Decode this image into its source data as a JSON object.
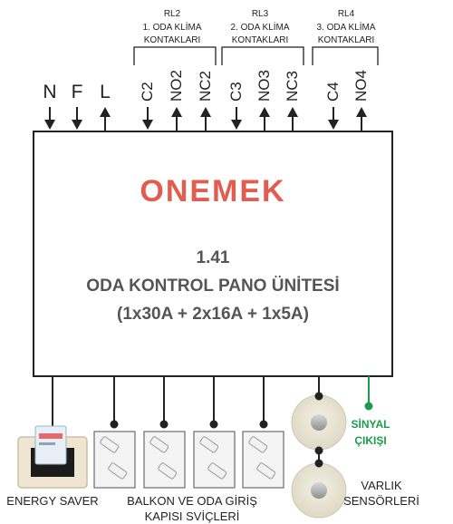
{
  "relays": [
    {
      "id": "RL2",
      "line1": "1. ODA KLİMA",
      "line2": "KONTAKLARI"
    },
    {
      "id": "RL3",
      "line1": "2. ODA KLİMA",
      "line2": "KONTAKLARI"
    },
    {
      "id": "RL4",
      "line1": "3. ODA KLİMA",
      "line2": "KONTAKLARI"
    }
  ],
  "power_terminals": [
    "N",
    "F",
    "L"
  ],
  "relay_terminals": [
    "C2",
    "NO2",
    "NC2",
    "C3",
    "NO3",
    "NC3",
    "C4",
    "NO4"
  ],
  "logo": "ONEMEK",
  "unit": {
    "model": "1.41",
    "name": "ODA KONTROL PANO ÜNİTESİ",
    "spec": "(1x30A + 2x16A + 1x5A)"
  },
  "bottom_labels": {
    "energy_saver": "ENERGY SAVER",
    "switches_line1": "BALKON VE ODA GİRİŞ",
    "switches_line2": "KAPISI SVİÇLERİ",
    "signal_line1": "SİNYAL",
    "signal_line2": "ÇIKIŞI",
    "presence_line1": "VARLIK",
    "presence_line2": "SENSÖRLERİ"
  },
  "colors": {
    "logo": "#e05d4f",
    "signal": "#1a9c4a",
    "line": "#222222"
  }
}
